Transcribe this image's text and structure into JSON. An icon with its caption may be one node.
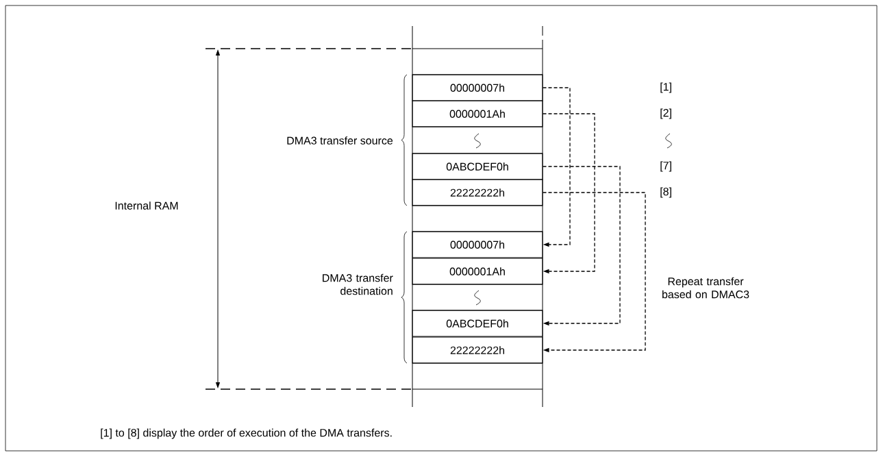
{
  "diagram": {
    "caption": "[1] to [8] display the order of execution of the DMA transfers.",
    "nodes": [
      {
        "text": [
          "00000007h"
        ]
      },
      {
        "text": [
          "0000001Ah"
        ]
      },
      {
        "text": [
          "0ABCDEF0h"
        ]
      },
      {
        "text": [
          "22222222h"
        ]
      },
      {
        "text": [
          "00000007h"
        ]
      },
      {
        "text": [
          "0000001Ah"
        ]
      },
      {
        "text": [
          "0ABCDEF0h"
        ]
      },
      {
        "text": [
          "22222222h"
        ]
      }
    ],
    "edges": [
      {
        "from": 0,
        "to": 4,
        "arrow": "to",
        "style": "dashed"
      },
      {
        "from": 1,
        "to": 5,
        "arrow": "to",
        "style": "dashed"
      },
      {
        "from": 2,
        "to": 6,
        "arrow": "to",
        "style": "dashed"
      },
      {
        "from": 3,
        "to": 7,
        "arrow": "to",
        "style": "dashed"
      }
    ],
    "labels": [
      "DMA3 transfer source",
      "[1]",
      "[2]",
      "[7]",
      "[8]",
      "Internal RAM",
      "Repeat transfer based on DMAC3",
      "DMA3 transfer destination"
    ]
  }
}
